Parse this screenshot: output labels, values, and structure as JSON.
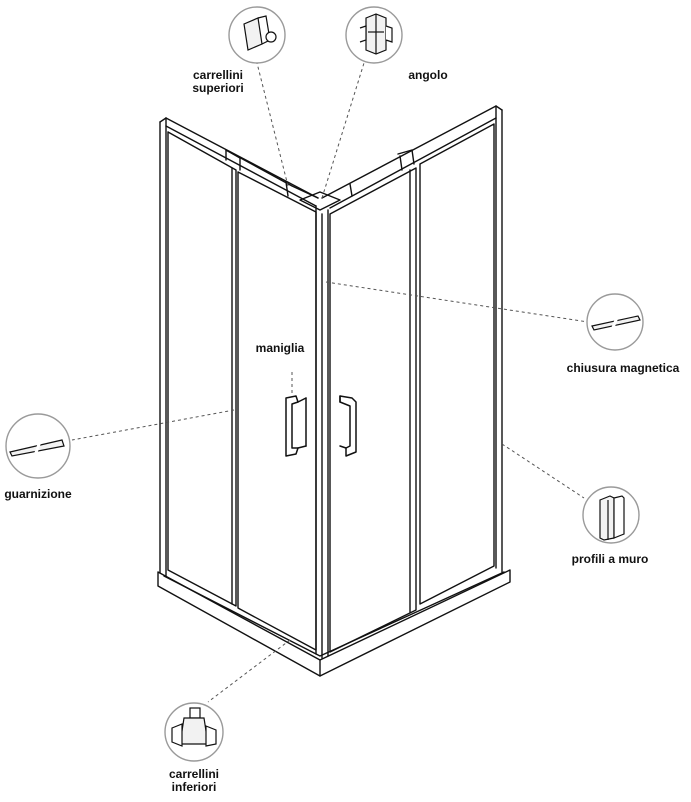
{
  "colors": {
    "line": "#111111",
    "leader": "#555555",
    "circle": "#9a9a9a",
    "part_fill": "#f2f2f2"
  },
  "labels": {
    "carrellini_superiori": [
      "carrellini",
      "superiori"
    ],
    "angolo": "angolo",
    "maniglia": "maniglia",
    "chiusura_magnetica": "chiusura magnetica",
    "guarnizione": "guarnizione",
    "profili_a_muro": "profili a muro",
    "carrellini_inferiori": [
      "carrellini",
      "inferiori"
    ]
  },
  "icons": {
    "carrellini_superiori": "top-roller-icon",
    "angolo": "corner-bracket-icon",
    "chiusura_magnetica": "magnetic-strip-icon",
    "guarnizione": "gasket-icon",
    "profili_a_muro": "wall-profile-icon",
    "carrellini_inferiori": "bottom-roller-icon"
  }
}
